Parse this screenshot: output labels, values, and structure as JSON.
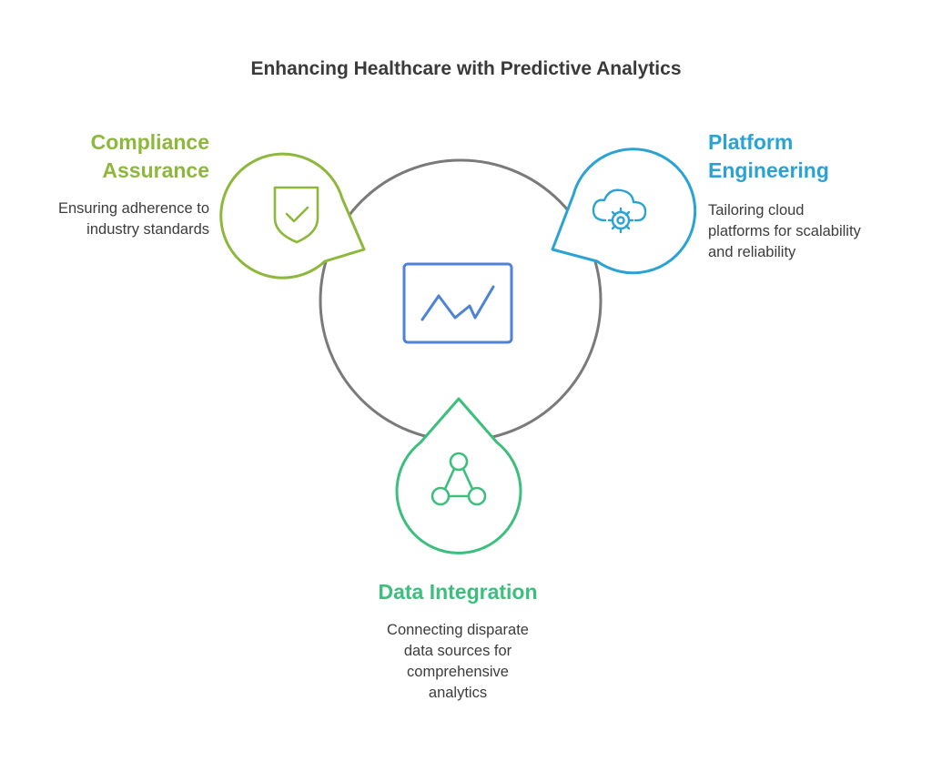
{
  "title": "Enhancing Healthcare with Predictive Analytics",
  "colors": {
    "compliance": "#8db83c",
    "platform": "#2aa3d4",
    "data": "#3cbf7c",
    "center_ring": "#7a7a7a",
    "chart_icon": "#4d82d6",
    "text": "#3c3c3c"
  },
  "center": {
    "icon": "line-chart-icon"
  },
  "nodes": {
    "compliance": {
      "heading_line1": "Compliance",
      "heading_line2": "Assurance",
      "desc_line1": "Ensuring adherence to",
      "desc_line2": "industry standards",
      "icon": "shield-check-icon"
    },
    "platform": {
      "heading_line1": "Platform",
      "heading_line2": "Engineering",
      "desc_line1": "Tailoring cloud",
      "desc_line2": "platforms for scalability",
      "desc_line3": "and reliability",
      "icon": "cloud-gear-icon"
    },
    "data": {
      "heading": "Data Integration",
      "desc_line1": "Connecting disparate",
      "desc_line2": "data sources for",
      "desc_line3": "comprehensive",
      "desc_line4": "analytics",
      "icon": "network-nodes-icon"
    }
  }
}
